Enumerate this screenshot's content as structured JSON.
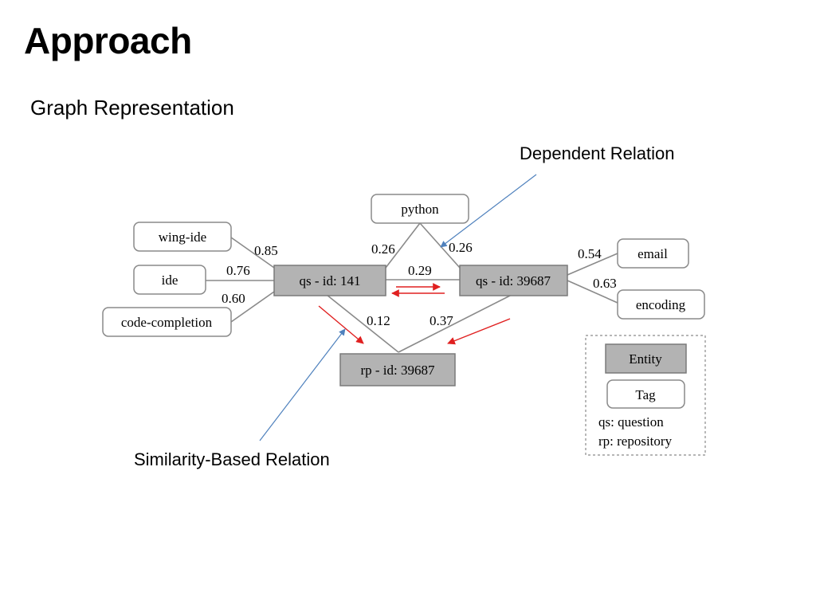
{
  "slide": {
    "title": "Approach",
    "subtitle": "Graph Representation"
  },
  "callouts": {
    "dependent": "Dependent Relation",
    "similarity": "Similarity-Based Relation"
  },
  "nodes": {
    "wing_ide": "wing-ide",
    "ide": "ide",
    "code_completion": "code-completion",
    "qs141": "qs - id: 141",
    "python": "python",
    "qs39687": "qs - id: 39687",
    "email": "email",
    "encoding": "encoding",
    "rp39687": "rp - id: 39687"
  },
  "weights": {
    "wing_ide_qs141": "0.85",
    "ide_qs141": "0.76",
    "code_completion_qs141": "0.60",
    "python_qs141": "0.26",
    "python_qs39687": "0.26",
    "qs141_qs39687": "0.29",
    "qs141_rp": "0.12",
    "qs39687_rp": "0.37",
    "qs39687_email": "0.54",
    "qs39687_encoding": "0.63"
  },
  "legend": {
    "entity": "Entity",
    "tag": "Tag",
    "qs_note": "qs: question",
    "rp_note": "rp: repository"
  },
  "colors": {
    "entity_fill": "#b3b3b3",
    "edge": "#8a8a8a",
    "dependent_arrow": "#4f81bd",
    "similarity_arrow": "#e02020"
  }
}
